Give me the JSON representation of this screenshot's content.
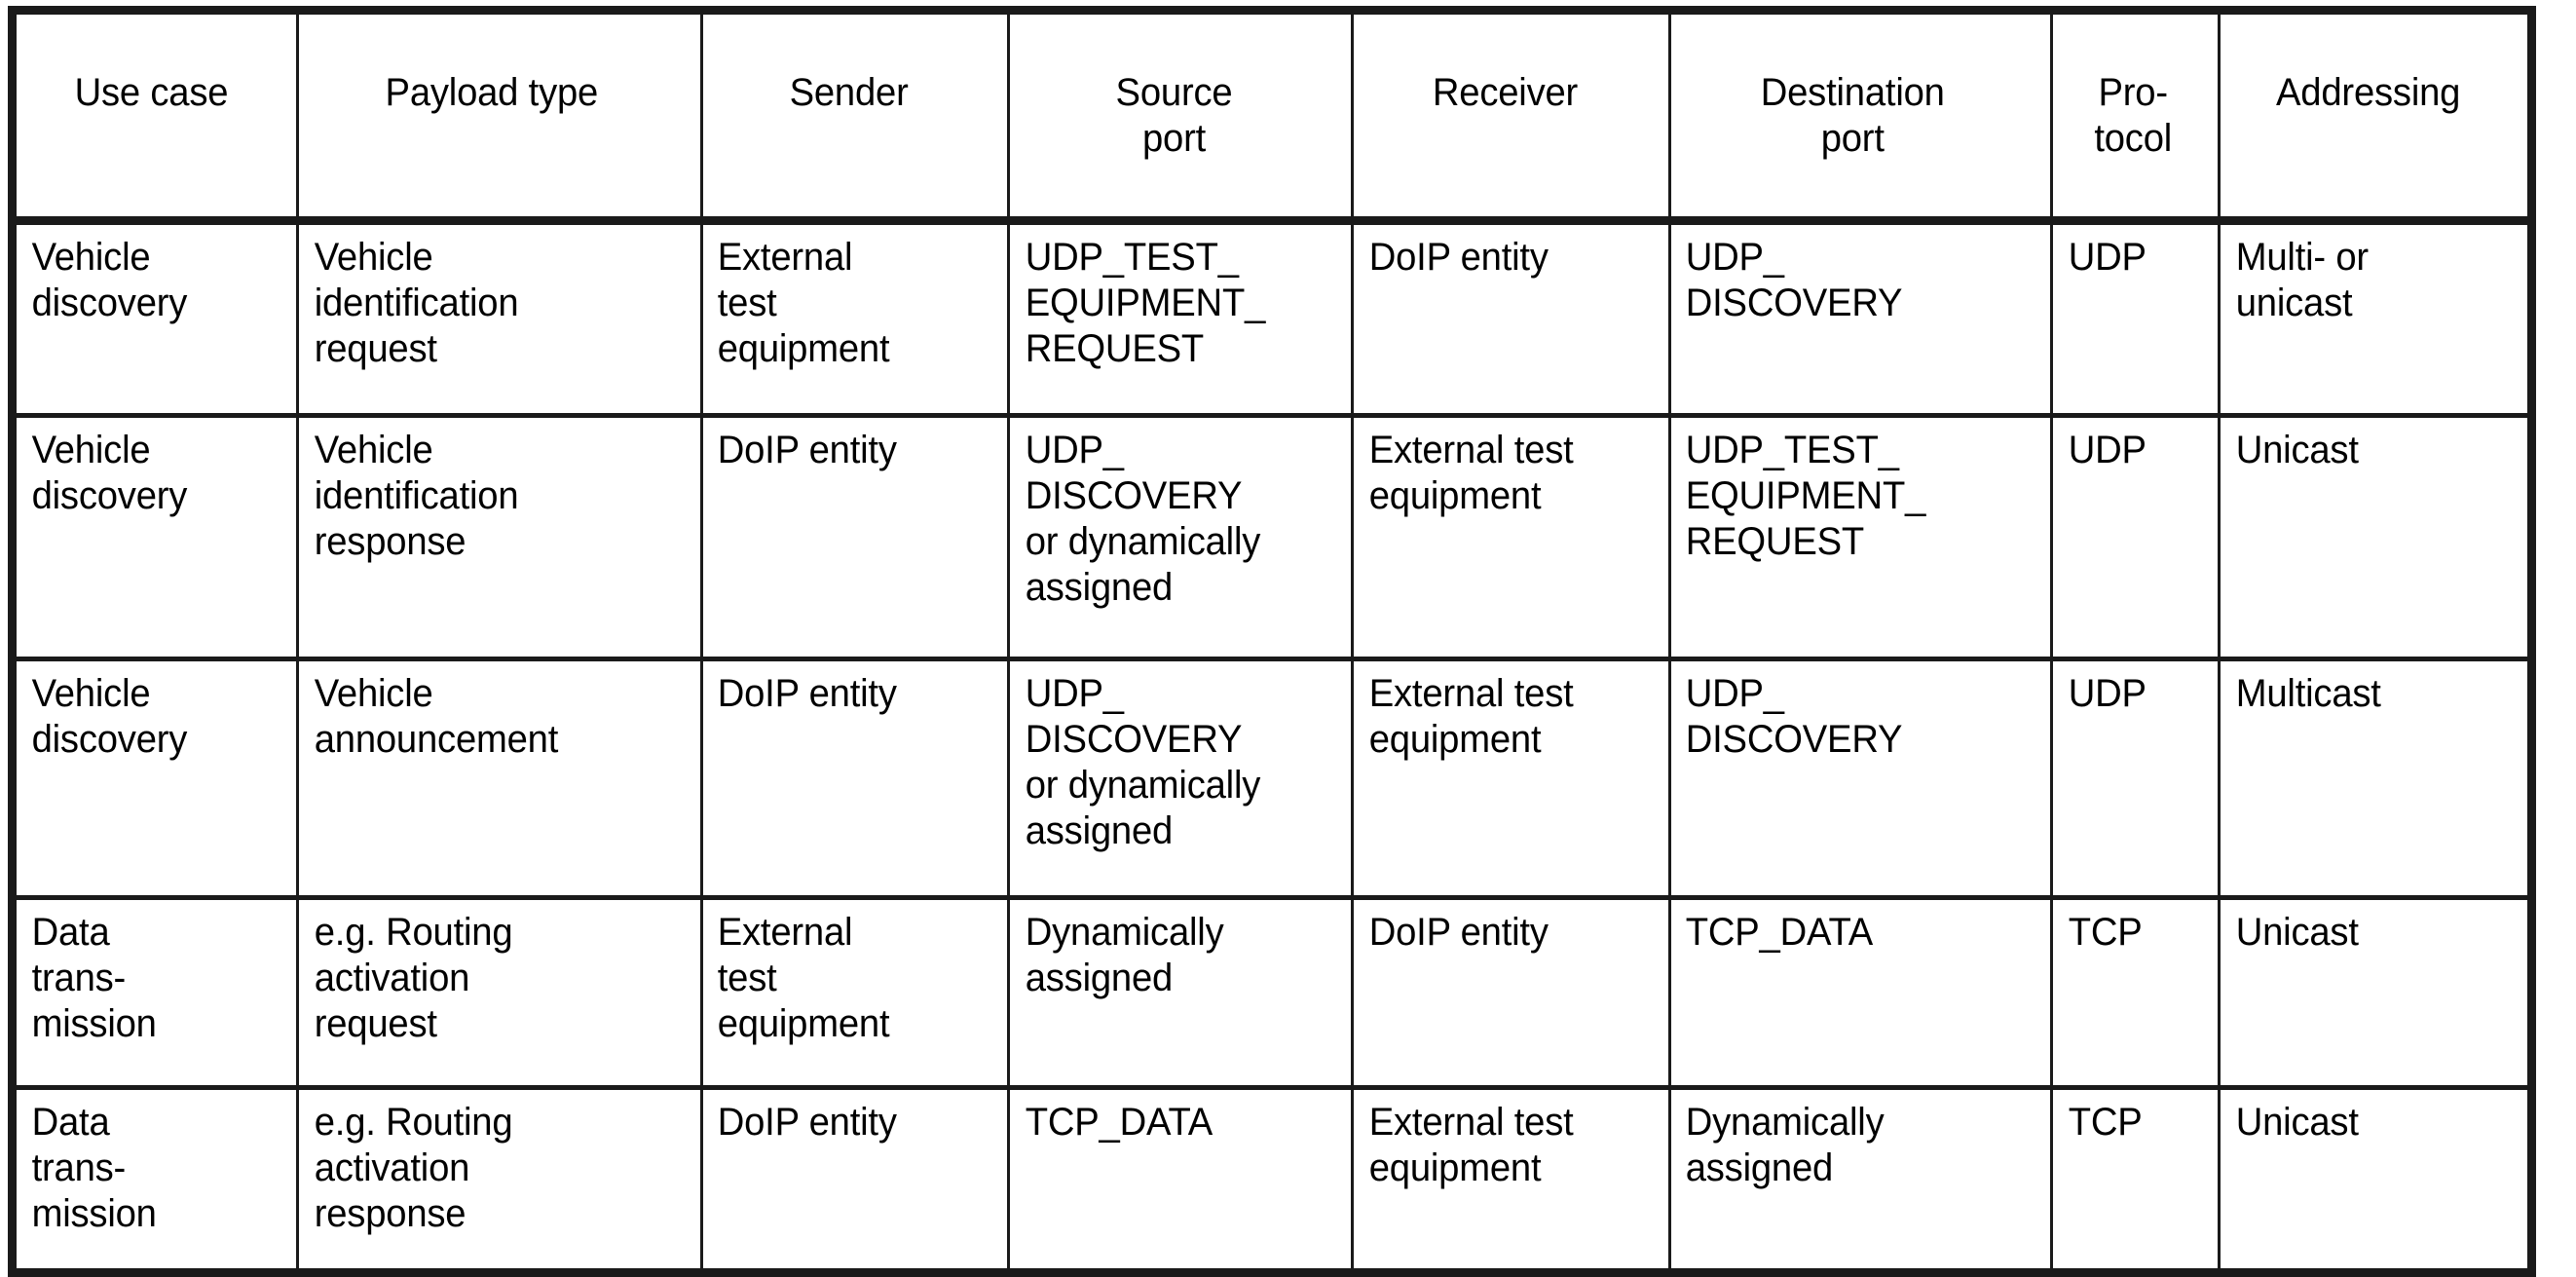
{
  "table": {
    "columns": [
      {
        "key": "use_case",
        "label": "Use case"
      },
      {
        "key": "payload_type",
        "label": "Payload type"
      },
      {
        "key": "sender",
        "label": "Sender"
      },
      {
        "key": "source_port",
        "label": "Source\nport"
      },
      {
        "key": "receiver",
        "label": "Receiver"
      },
      {
        "key": "dest_port",
        "label": "Destination\nport"
      },
      {
        "key": "protocol",
        "label": "Pro-\ntocol"
      },
      {
        "key": "addressing",
        "label": "Addressing"
      }
    ],
    "rows": [
      {
        "use_case": "Vehicle\ndiscovery",
        "payload_type": "Vehicle\nidentification\nrequest",
        "sender": "External\ntest\nequipment",
        "source_port": "UDP_TEST_\nEQUIPMENT_\nREQUEST",
        "receiver": "DoIP entity",
        "dest_port": "UDP_\nDISCOVERY",
        "protocol": "UDP",
        "addressing": "Multi- or\nunicast"
      },
      {
        "use_case": "Vehicle\ndiscovery",
        "payload_type": "Vehicle\nidentification\nresponse",
        "sender": "DoIP entity",
        "source_port": "UDP_\nDISCOVERY\nor dynamically\nassigned",
        "receiver": "External test\nequipment",
        "dest_port": "UDP_TEST_\nEQUIPMENT_\nREQUEST",
        "protocol": "UDP",
        "addressing": "Unicast"
      },
      {
        "use_case": "Vehicle\ndiscovery",
        "payload_type": "Vehicle\nannouncement",
        "sender": "DoIP entity",
        "source_port": "UDP_\nDISCOVERY\nor dynamically\nassigned",
        "receiver": "External test\nequipment",
        "dest_port": "UDP_\nDISCOVERY",
        "protocol": "UDP",
        "addressing": "Multicast"
      },
      {
        "use_case": "Data\ntrans-\nmission",
        "payload_type": "e.g. Routing\nactivation\nrequest",
        "sender": "External\ntest\nequipment",
        "source_port": "Dynamically\nassigned",
        "receiver": "DoIP entity",
        "dest_port": "TCP_DATA",
        "protocol": "TCP",
        "addressing": "Unicast"
      },
      {
        "use_case": "Data\ntrans-\nmission",
        "payload_type": "e.g. Routing\nactivation\nresponse",
        "sender": "DoIP entity",
        "source_port": "TCP_DATA",
        "receiver": "External test\nequipment",
        "dest_port": "Dynamically\nassigned",
        "protocol": "TCP",
        "addressing": "Unicast"
      }
    ]
  },
  "style": {
    "border_color": "#1a1a1a",
    "text_color": "#000000",
    "background": "#ffffff"
  }
}
